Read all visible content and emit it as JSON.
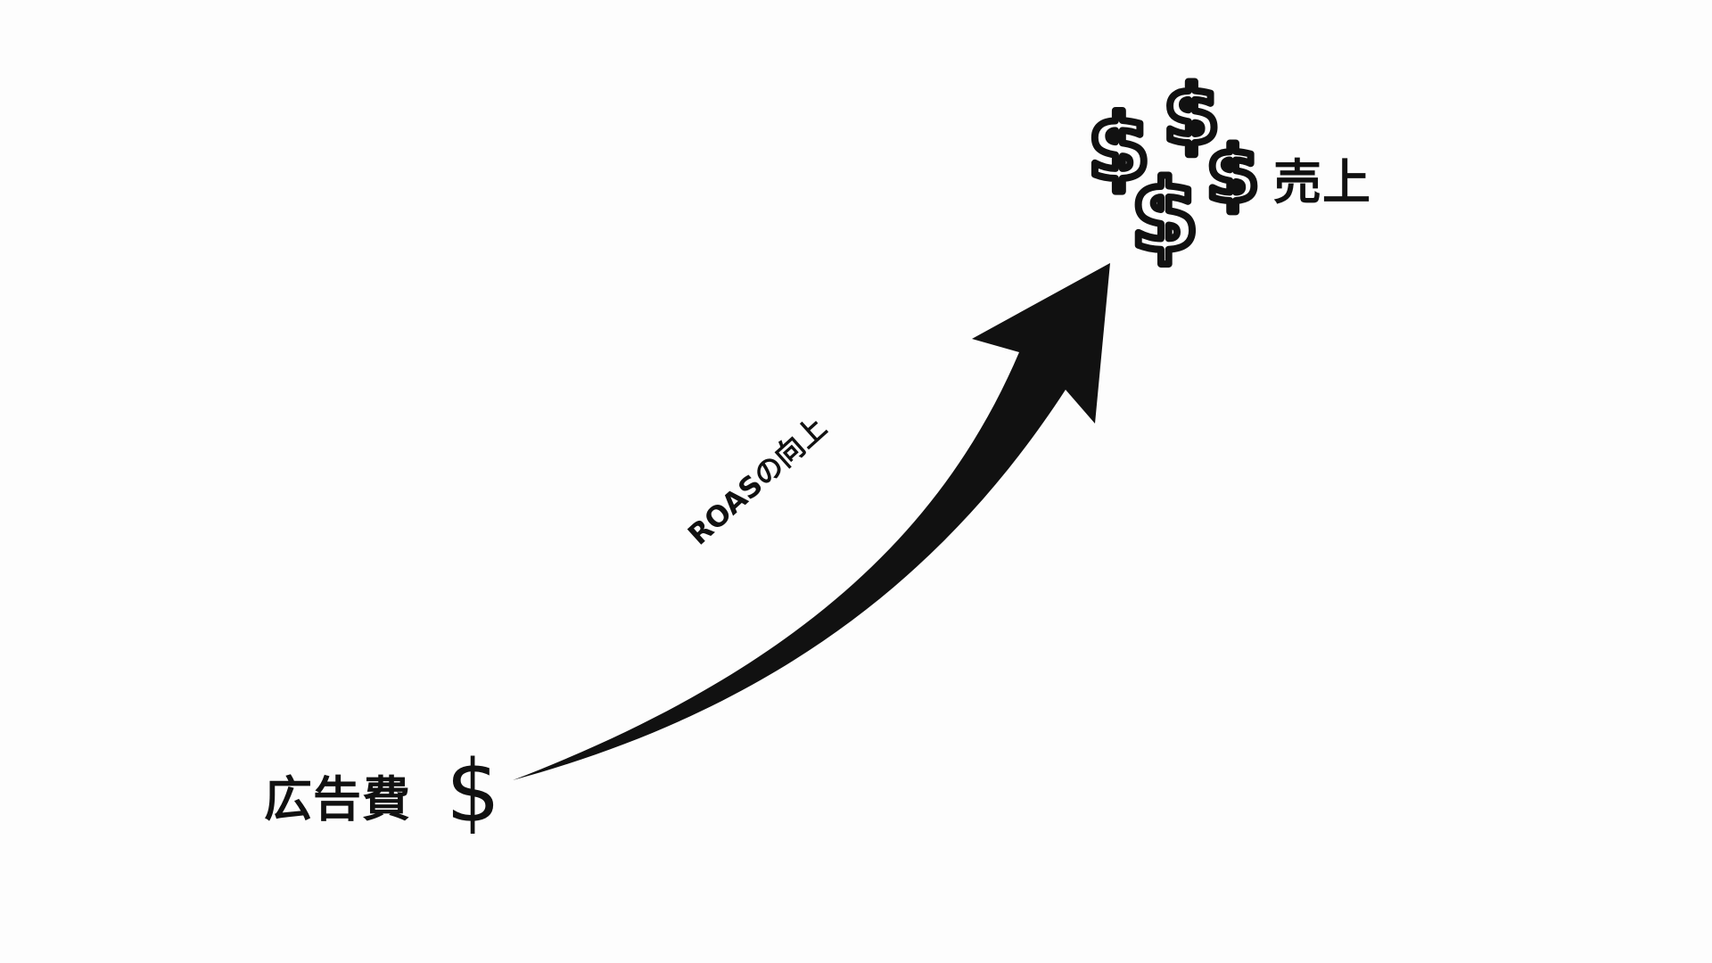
{
  "labels": {
    "ad_cost": "広告費",
    "sales": "売上",
    "arrow": "ROASの向上"
  },
  "symbols": {
    "ad_cost_dollar": "$",
    "sales_dollars": [
      "$",
      "$",
      "$",
      "$"
    ]
  },
  "colors": {
    "background": "#fdfdfd",
    "ink": "#111111",
    "outline_fill": "#ffffff"
  }
}
